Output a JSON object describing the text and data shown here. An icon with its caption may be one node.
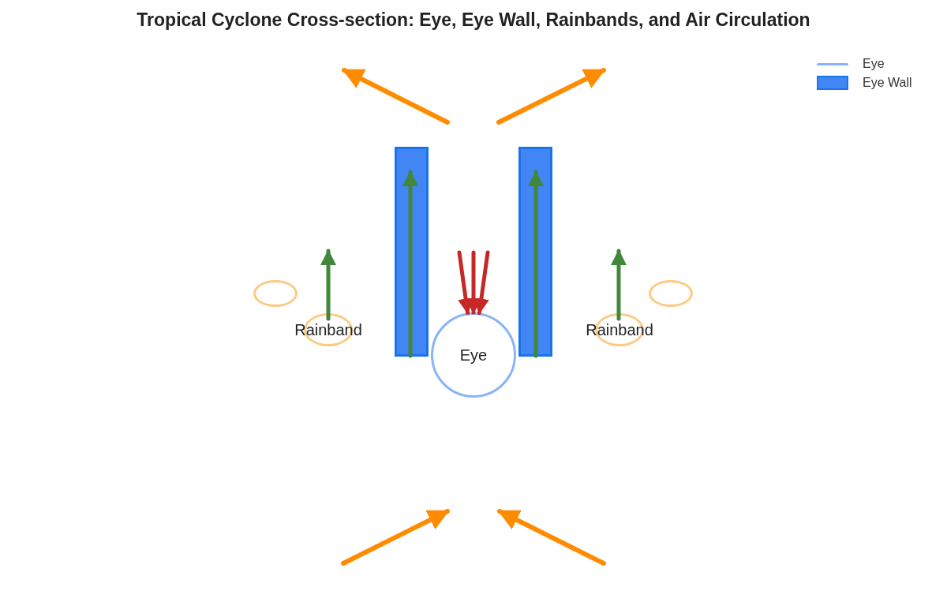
{
  "diagram": {
    "title": "Tropical Cyclone Cross-section: Eye, Eye Wall, Rainbands, and Air Circulation",
    "nodes": [
      {
        "text": [],
        "shape": "bar"
      },
      {
        "text": [],
        "shape": "bar"
      },
      {
        "text": [
          "Eye"
        ]
      },
      {
        "text": [],
        "shape": "ellipse"
      },
      {
        "text": [
          "Rainband"
        ]
      },
      {
        "text": [
          "Rainband"
        ]
      },
      {
        "text": [],
        "shape": "ellipse"
      }
    ],
    "edges": [
      {
        "from": null,
        "to": 2,
        "arrow": "to"
      },
      {
        "from": null,
        "to": 2,
        "arrow": "to"
      },
      {
        "from": null,
        "to": 2,
        "arrow": "to"
      }
    ],
    "legend": [
      {
        "text": "Eye"
      },
      {
        "text": "Eye Wall",
        "color": "#4285f4"
      }
    ]
  }
}
